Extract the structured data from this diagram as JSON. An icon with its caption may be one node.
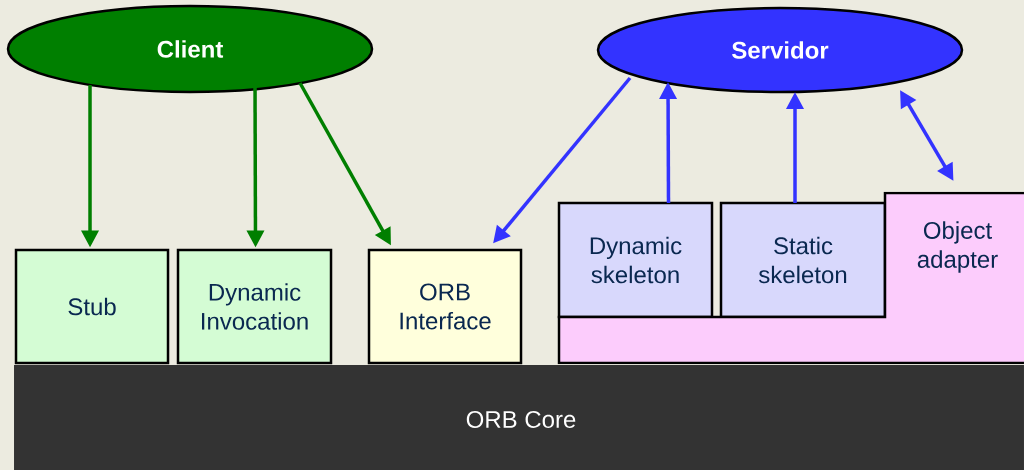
{
  "diagram": {
    "nodes": [
      {
        "text": [
          "Client"
        ]
      },
      {
        "text": [
          "Servidor"
        ]
      },
      {
        "text": [
          "Stub"
        ]
      },
      {
        "text": [
          "Dynamic Invocation"
        ]
      },
      {
        "text": [
          "ORB Interface"
        ]
      },
      {
        "text": [
          "Dynamic skeleton"
        ]
      },
      {
        "text": [
          "Static skeleton"
        ]
      },
      {
        "text": [
          "Object adapter"
        ]
      },
      {
        "text": [
          "ORB Core"
        ]
      }
    ],
    "edges": [
      {
        "from": 0,
        "to": 2,
        "arrow": "to",
        "color": "#007f00"
      },
      {
        "from": 0,
        "to": 3,
        "arrow": "to",
        "color": "#007f00"
      },
      {
        "from": 0,
        "to": 4,
        "arrow": "to",
        "color": "#007f00"
      },
      {
        "from": 1,
        "to": 4,
        "arrow": "to",
        "color": "#3333ff"
      },
      {
        "from": 5,
        "to": 1,
        "arrow": "to",
        "color": "#3333ff"
      },
      {
        "from": 6,
        "to": 1,
        "arrow": "to",
        "color": "#3333ff"
      },
      {
        "from": 1,
        "to": 7,
        "arrow": "both",
        "color": "#3333ff"
      }
    ]
  }
}
